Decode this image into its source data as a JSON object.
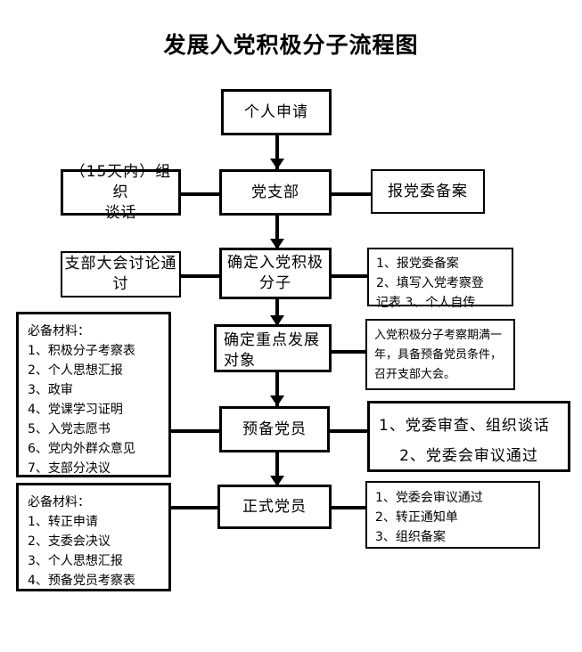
{
  "title": "发展入党积极分子流程图",
  "flow": {
    "main_nodes": [
      {
        "id": "n1",
        "label": "个人申请"
      },
      {
        "id": "n2",
        "label": "党支部"
      },
      {
        "id": "n3",
        "label": "确定入党积极\n分子"
      },
      {
        "id": "n4",
        "label": "确定重点发展\n对象"
      },
      {
        "id": "n5",
        "label": "预备党员"
      },
      {
        "id": "n6",
        "label": "正式党员"
      }
    ],
    "side_nodes": {
      "talk_15days": "（15天内）组织\n谈话",
      "report_party_committee": "报党委备案",
      "branch_meeting_discuss": "支部大会讨论通\n讨",
      "activist_followups": {
        "line1": "1、报党委备案",
        "line2": "2、填写入党考察登",
        "line3": "记表 3、个人自传"
      },
      "inspection_note": "入党积极分子考察期满一年，具备预备党员条件，召开支部大会。",
      "materials_probation": {
        "heading": "必备材料：",
        "items": [
          "1、积极分子考察表",
          "2、个人思想汇报",
          "3、政审",
          "4、党课学习证明",
          "5、入党志愿书",
          "6、党内外群众意见",
          "7、支部分决议"
        ]
      },
      "committee_review": {
        "item1": "1、党委审查、组织谈话",
        "item2": "2、党委会审议通过"
      },
      "materials_full_member": {
        "heading": "必备材料：",
        "items": [
          "1、转正申请",
          "2、支委会决议",
          "3、个人思想汇报",
          "4、预备党员考察表"
        ]
      },
      "full_member_steps": {
        "items": [
          "1、党委会审议通过",
          "2、转正通知单",
          "3、组织备案"
        ]
      }
    }
  },
  "colors": {
    "stroke": "#000000",
    "background": "#ffffff",
    "text": "#000000"
  }
}
